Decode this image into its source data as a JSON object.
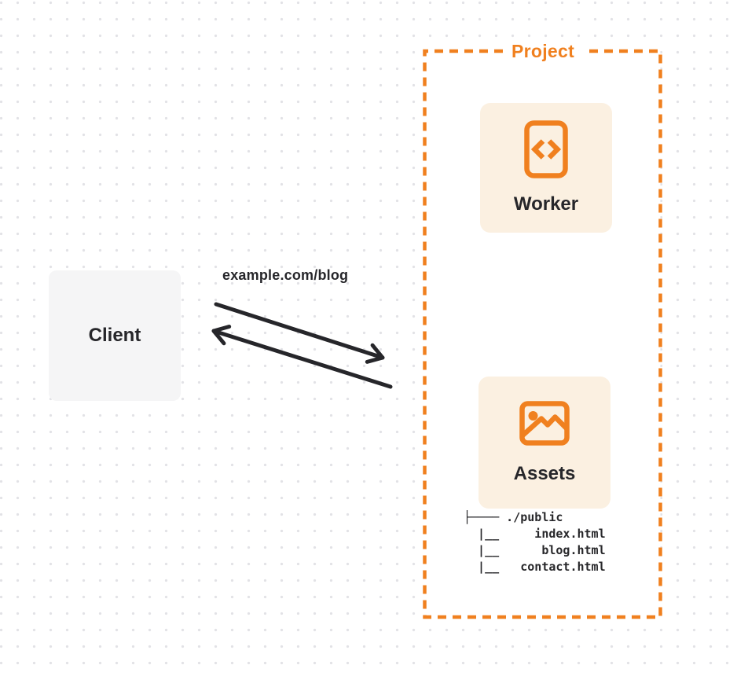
{
  "colors": {
    "accent_orange": "#f0801f",
    "card_background": "#fbf0e1",
    "client_background": "#f5f5f6",
    "text_dark": "#26262a",
    "arrow": "#26262a",
    "grid_dot": "#e2e2e6",
    "project_fill": "#ffffff"
  },
  "client": {
    "label": "Client"
  },
  "request": {
    "label": "example.com/blog"
  },
  "project": {
    "label": "Project",
    "worker": {
      "label": "Worker",
      "icon": "code-file-icon"
    },
    "assets": {
      "label": "Assets",
      "icon": "image-icon"
    },
    "file_tree": {
      "lines": [
        "├──── ./public",
        "  |__     index.html",
        "  |__      blog.html",
        "  |__   contact.html"
      ]
    }
  }
}
